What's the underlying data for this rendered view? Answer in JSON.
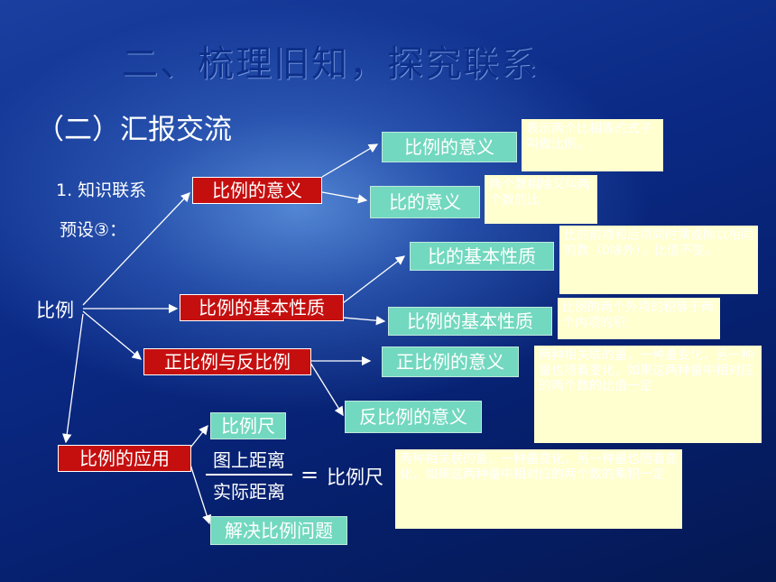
{
  "title": "二、梳理旧知，探究联系",
  "subtitle": "（二）汇报交流",
  "knowledge_label": "1. 知识联系",
  "preset_label": "预设③：",
  "root_label": "比例",
  "red_nodes": {
    "meaning": "比例的意义",
    "property": "比例的基本性质",
    "direct_inverse": "正比例与反比例",
    "application": "比例的应用"
  },
  "green_nodes": {
    "proportion_meaning": "比例的意义",
    "ratio_meaning": "比的意义",
    "ratio_property": "比的基本性质",
    "proportion_property": "比例的基本性质",
    "direct_meaning": "正比例的意义",
    "inverse_meaning": "反比例的意义",
    "scale": "比例尺",
    "solve": "解决比例问题"
  },
  "notes": {
    "proportion_meaning": "表示两个比相等的式子叫做比例。",
    "ratio_meaning": "两个数相除又叫两个数的比",
    "ratio_property": "比的前项和后项同时乘或除以相同的数（0除外），比值不变。",
    "proportion_property": "比例的两个外项的积等于两个内项的积",
    "direct": "两种相关联的量，一种量变化，另一种量也随着变化，如果这两种量中相对应的两个数的比值一定",
    "inverse": "两种相关联的量，一种量变化，另一种量也随着变化，如果这两种量中相对应的两个数的乘积一定"
  },
  "formula": {
    "numerator": "图上距离",
    "denominator": "实际距离",
    "equals": "=",
    "result": "比例尺"
  }
}
